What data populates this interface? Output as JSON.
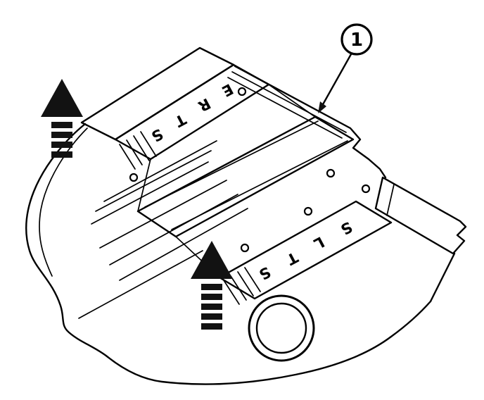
{
  "figure": {
    "callout_label": "1",
    "upper_strip_letters": [
      "E",
      "R",
      "T",
      "S"
    ],
    "lower_strip_letters": [
      "S",
      "L",
      "T",
      "S"
    ],
    "colors": {
      "line": "#000000",
      "background": "#ffffff",
      "arrow_fill": "#121212"
    }
  }
}
